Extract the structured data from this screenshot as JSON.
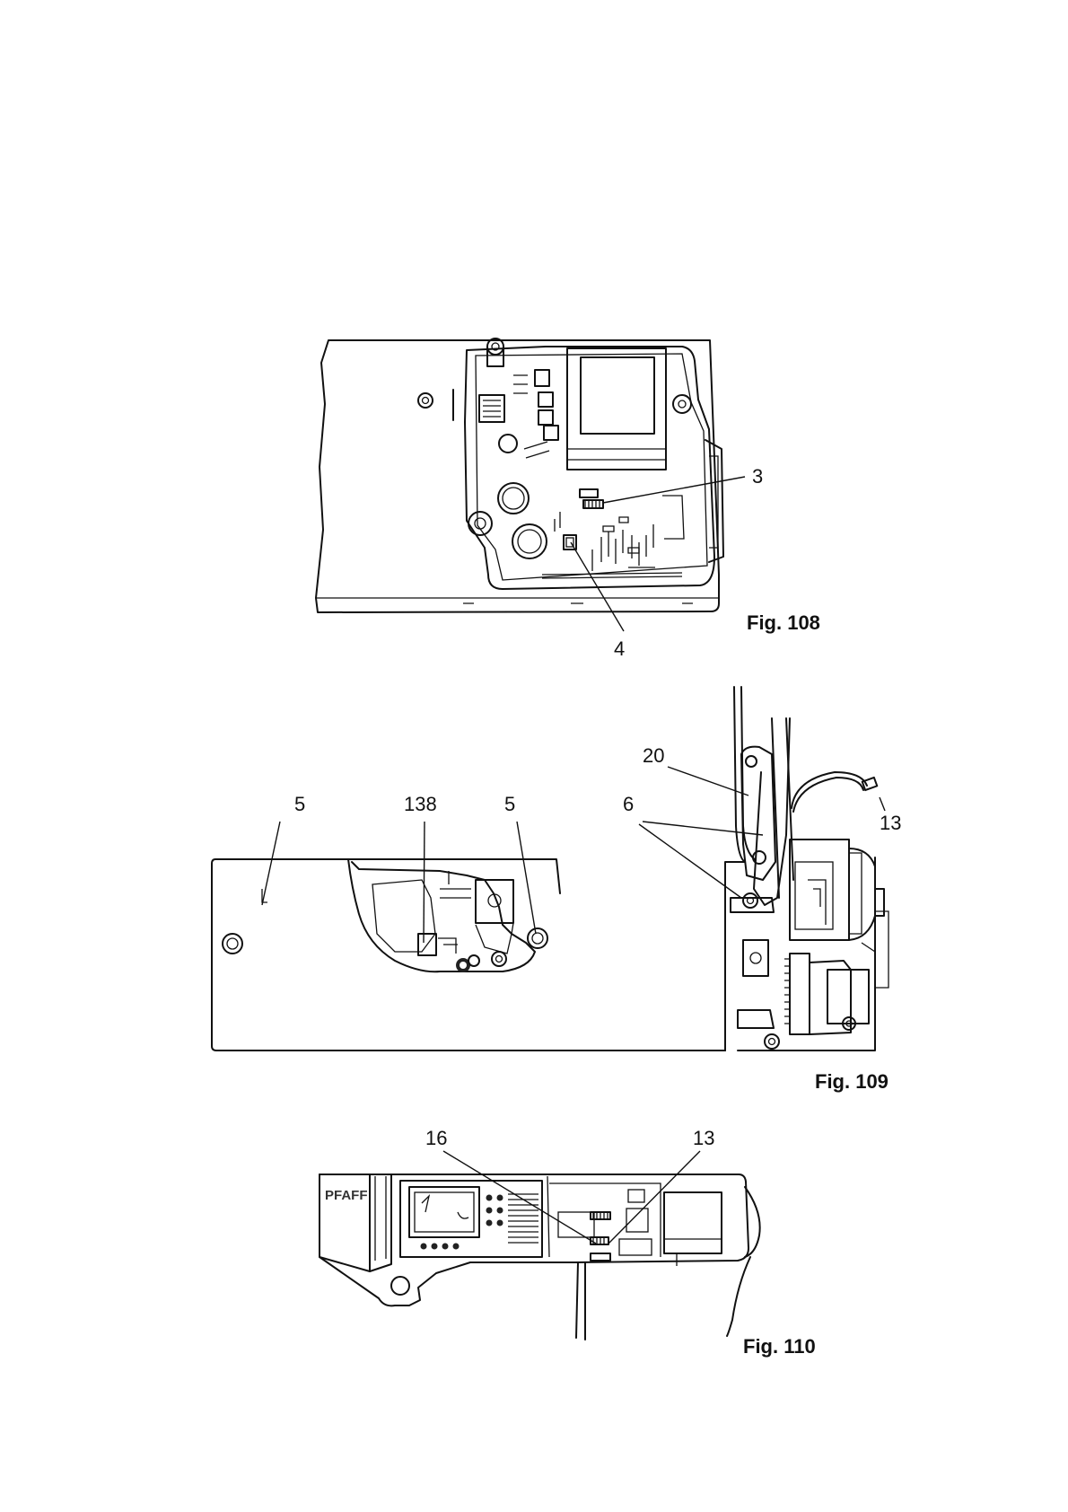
{
  "figures": [
    {
      "caption": "Fig. 108",
      "callouts": [
        "3",
        "4"
      ]
    },
    {
      "caption": "Fig. 109",
      "callouts": [
        "5",
        "138",
        "5",
        "6",
        "20",
        "13"
      ]
    },
    {
      "caption": "Fig. 110",
      "callouts": [
        "16",
        "13"
      ],
      "brand_text": "PFAFF"
    }
  ]
}
